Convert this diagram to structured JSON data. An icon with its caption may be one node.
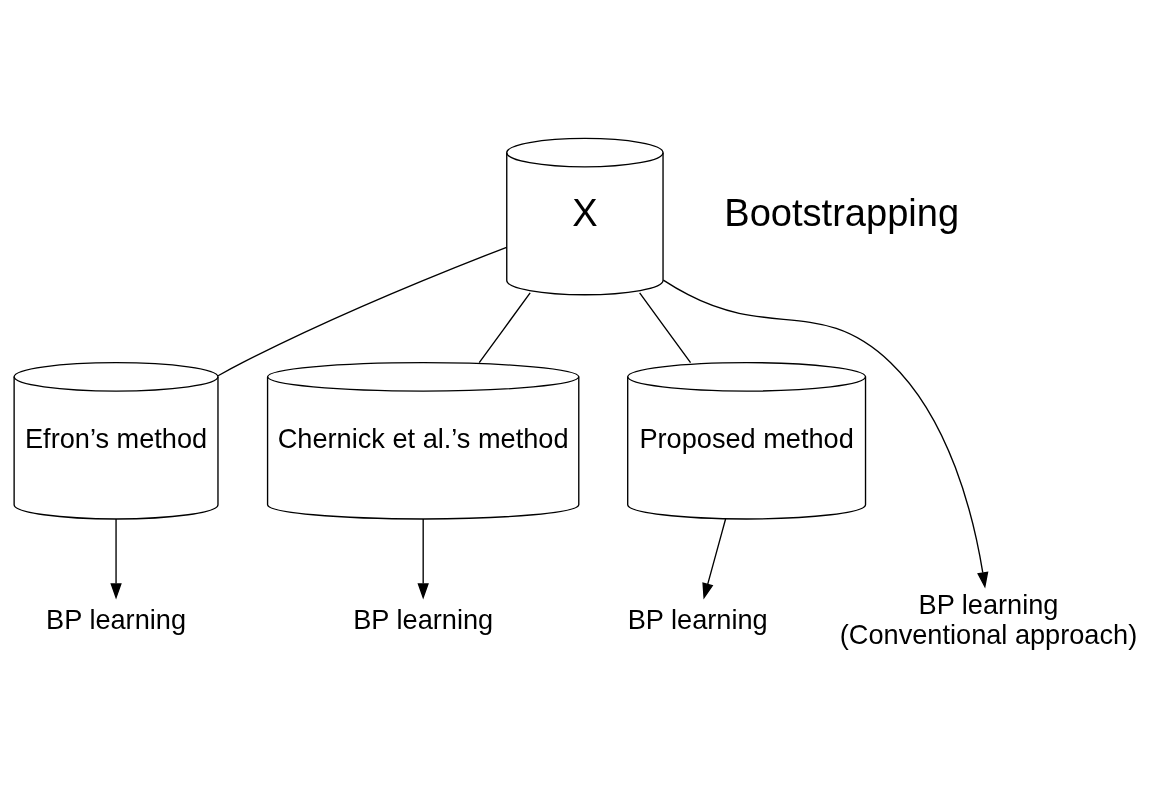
{
  "diagram": {
    "nodes": [
      {
        "text": [
          "X"
        ]
      },
      {
        "text": [
          "Efron’s method"
        ]
      },
      {
        "text": [
          "Chernick et al.’s method"
        ]
      },
      {
        "text": [
          "Proposed method"
        ]
      },
      {
        "text": [
          "BP learning",
          "(Conventional approach)"
        ]
      },
      {
        "text": [
          "BP learning"
        ]
      },
      {
        "text": [
          "BP learning"
        ]
      },
      {
        "text": [
          "BP learning"
        ]
      }
    ],
    "edges": [
      {
        "from": 0,
        "to": 1,
        "arrow": "none"
      },
      {
        "from": 0,
        "to": 2,
        "arrow": "none"
      },
      {
        "from": 0,
        "to": 3,
        "arrow": "none"
      },
      {
        "from": 0,
        "to": 4,
        "arrow": "to"
      },
      {
        "from": 1,
        "to": 5,
        "arrow": "to"
      },
      {
        "from": 2,
        "to": 6,
        "arrow": "to"
      },
      {
        "from": 3,
        "to": 7,
        "arrow": "to"
      }
    ],
    "labels": [
      "Bootstrapping"
    ]
  }
}
